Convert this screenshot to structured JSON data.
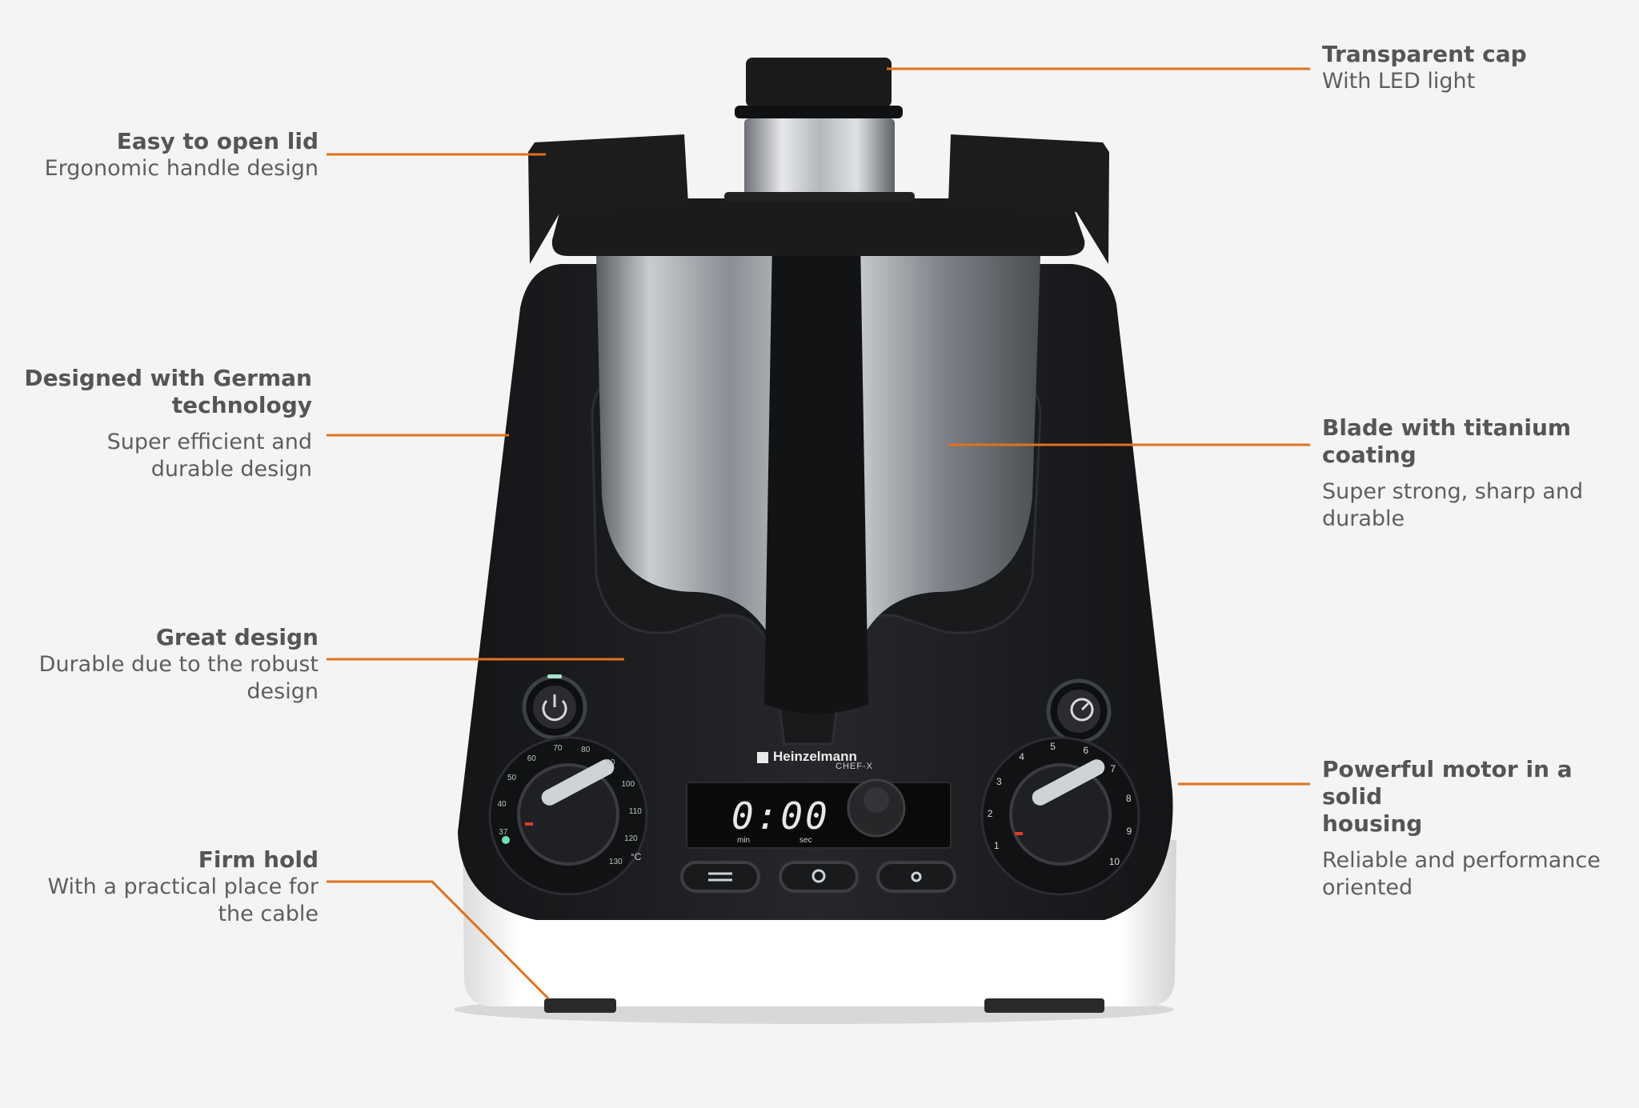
{
  "colors": {
    "background": "#f4f4f4",
    "accent_line": "#e2711d",
    "title_text": "#555555",
    "desc_text": "#5e5e5e",
    "machine_body": "#1d1e20",
    "machine_base": "#f8f8f8",
    "display_digits": "#e8e8e8"
  },
  "device": {
    "brand": "Heinzelmann",
    "model": "CHEF-X",
    "display_time": "0:00",
    "display_min_label": "min",
    "display_sec_label": "sec",
    "temp_dial_ticks": [
      "37",
      "40",
      "50",
      "60",
      "70",
      "80",
      "90",
      "100",
      "110",
      "120",
      "130"
    ],
    "temp_unit": "°C",
    "speed_dial_ticks": [
      "1",
      "2",
      "3",
      "4",
      "5",
      "6",
      "7",
      "8",
      "9",
      "10"
    ]
  },
  "callouts": {
    "easy_lid": {
      "title": "Easy to open lid",
      "desc": "Ergonomic handle design"
    },
    "german_tech": {
      "title_line1": "Designed with German",
      "title_line2": "technology",
      "desc_line1": "Super efficient and",
      "desc_line2": "durable design"
    },
    "great_design": {
      "title": "Great design",
      "desc_line1": "Durable due to the robust",
      "desc_line2": "design"
    },
    "firm_hold": {
      "title": "Firm hold",
      "desc_line1": "With a practical place for",
      "desc_line2": "the cable"
    },
    "transparent_cap": {
      "title": "Transparent cap",
      "desc": "With LED light"
    },
    "blade": {
      "title_line1": "Blade with titanium",
      "title_line2": "coating",
      "desc_line1": "Super strong, sharp and",
      "desc_line2": "durable"
    },
    "motor": {
      "title_line1": "Powerful motor in a solid",
      "title_line2": "housing",
      "desc_line1": "Reliable and performance",
      "desc_line2": "oriented"
    }
  }
}
